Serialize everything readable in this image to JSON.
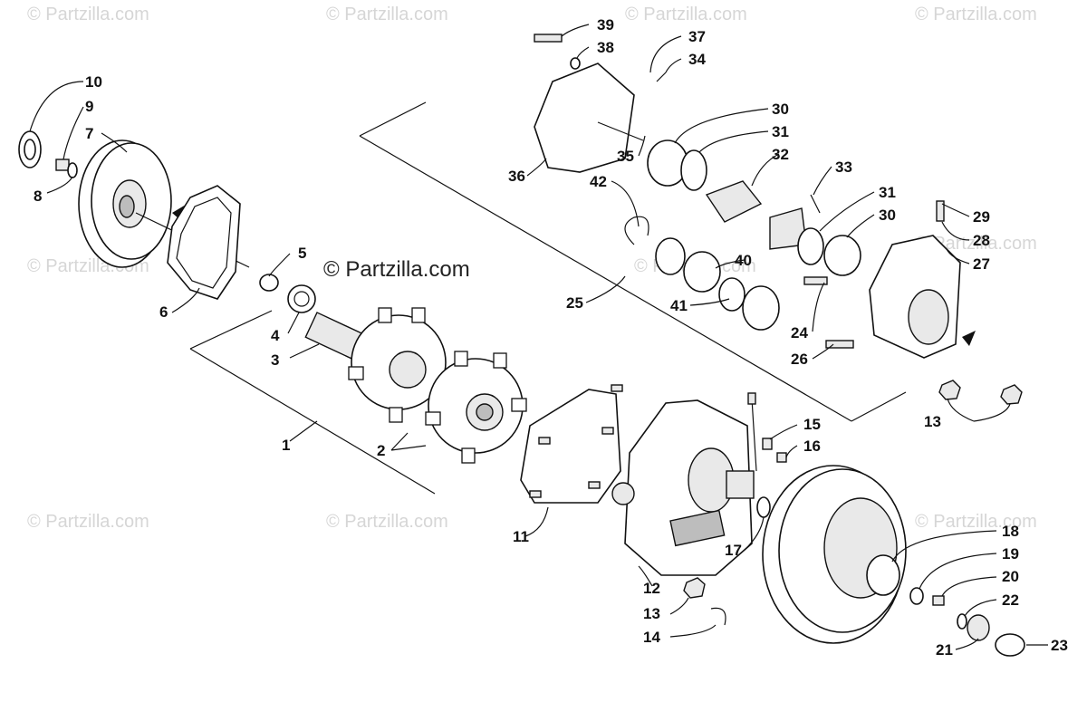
{
  "watermarks": {
    "main": "© Partzilla.com",
    "faint": "© Partzilla.com"
  },
  "callouts": [
    "1",
    "2",
    "3",
    "4",
    "5",
    "6",
    "7",
    "8",
    "9",
    "10",
    "11",
    "12",
    "13",
    "13",
    "14",
    "15",
    "16",
    "17",
    "18",
    "19",
    "20",
    "21",
    "22",
    "23",
    "24",
    "25",
    "26",
    "27",
    "28",
    "29",
    "30",
    "30",
    "31",
    "31",
    "32",
    "33",
    "34",
    "35",
    "36",
    "37",
    "38",
    "39",
    "40",
    "41",
    "42"
  ],
  "colors": {
    "line": "#111111",
    "watermark": "#d6d6d6",
    "background": "#ffffff"
  }
}
